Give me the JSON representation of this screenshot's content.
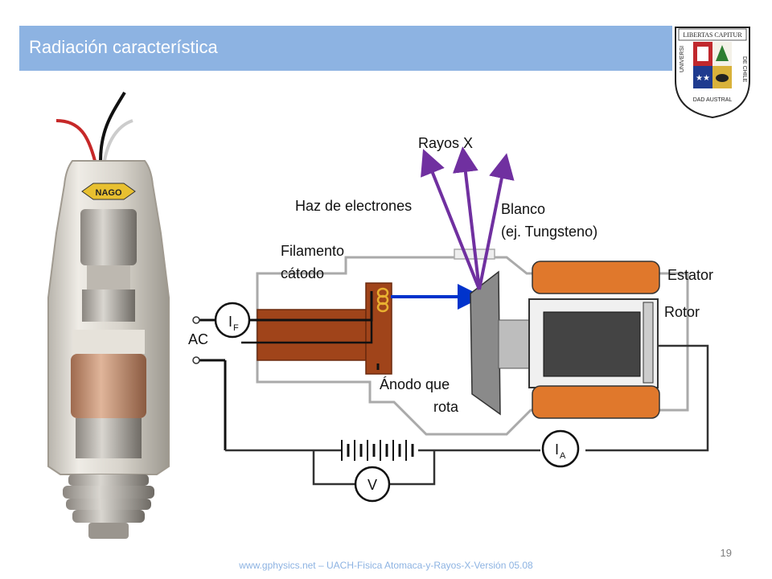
{
  "slide": {
    "title": "Radiación característica",
    "page_number": "19",
    "footer": "www.gphysics.net – UACH-Fisica Atomaca-y-Rayos-X-Versión 05.08"
  },
  "crest": {
    "banner_top": "LIBERTAS CAPITUR",
    "left_text": "UNIVERSI",
    "bottom_text": "DAD AUSTRAL",
    "right_text": "DE CHILE"
  },
  "tube_photo": {
    "brand_label": "NAGO"
  },
  "diagram": {
    "labels": {
      "rayos_x": "Rayos X",
      "haz": "Haz de electrones",
      "blanco_1": "Blanco",
      "blanco_2": "(ej. Tungsteno)",
      "filamento_1": "Filamento",
      "filamento_2": "cátodo",
      "estator": "Estator",
      "rotor": "Rotor",
      "ac": "AC",
      "anodo_1": "Ánodo que",
      "anodo_2": "rota"
    },
    "meters": {
      "if_main": "I",
      "if_sub": "F",
      "ia_main": "I",
      "ia_sub": "A",
      "v": "V"
    }
  },
  "colors": {
    "title_bar": "#8db3e2",
    "cathode": "#a0441a",
    "xray_arrows": "#7030a0",
    "electron_beam": "#0033cc",
    "stator": "#e0782c"
  }
}
